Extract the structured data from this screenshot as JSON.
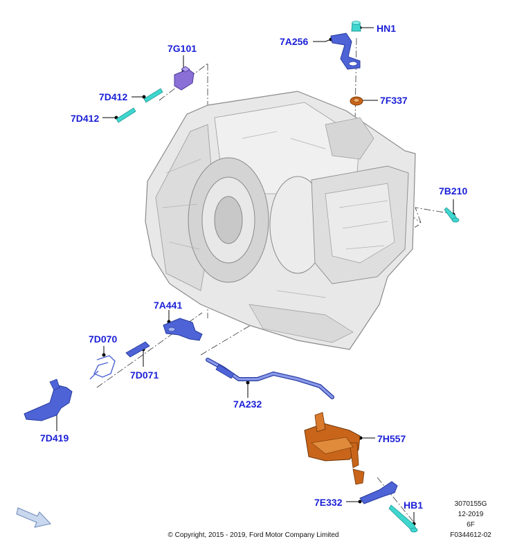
{
  "colors": {
    "label": "#1a1fd6",
    "part_blue": "#4d63d6",
    "part_cyan": "#3fd6cf",
    "part_orange": "#c8651a",
    "part_purple": "#8a6fd6",
    "housing": "#e6e6e6",
    "leader": "#000000"
  },
  "labels": {
    "hn1": "HN1",
    "7a256": "7A256",
    "7g101": "7G101",
    "7d412_upper": "7D412",
    "7d412_lower": "7D412",
    "7f337": "7F337",
    "7b210": "7B210",
    "7a441": "7A441",
    "7d070": "7D070",
    "7d071": "7D071",
    "7d419": "7D419",
    "7a232": "7A232",
    "7h557": "7H557",
    "7e332": "7E332",
    "hb1": "HB1"
  },
  "meta": {
    "ref_number": "3070155G",
    "date": "12-2019",
    "model": "6F",
    "figure_id": "F0344612-02",
    "copyright": "© Copyright, 2015 - 2019, Ford Motor Company Limited"
  },
  "icons": {
    "direction_arrow": "front-direction-arrow-icon"
  }
}
